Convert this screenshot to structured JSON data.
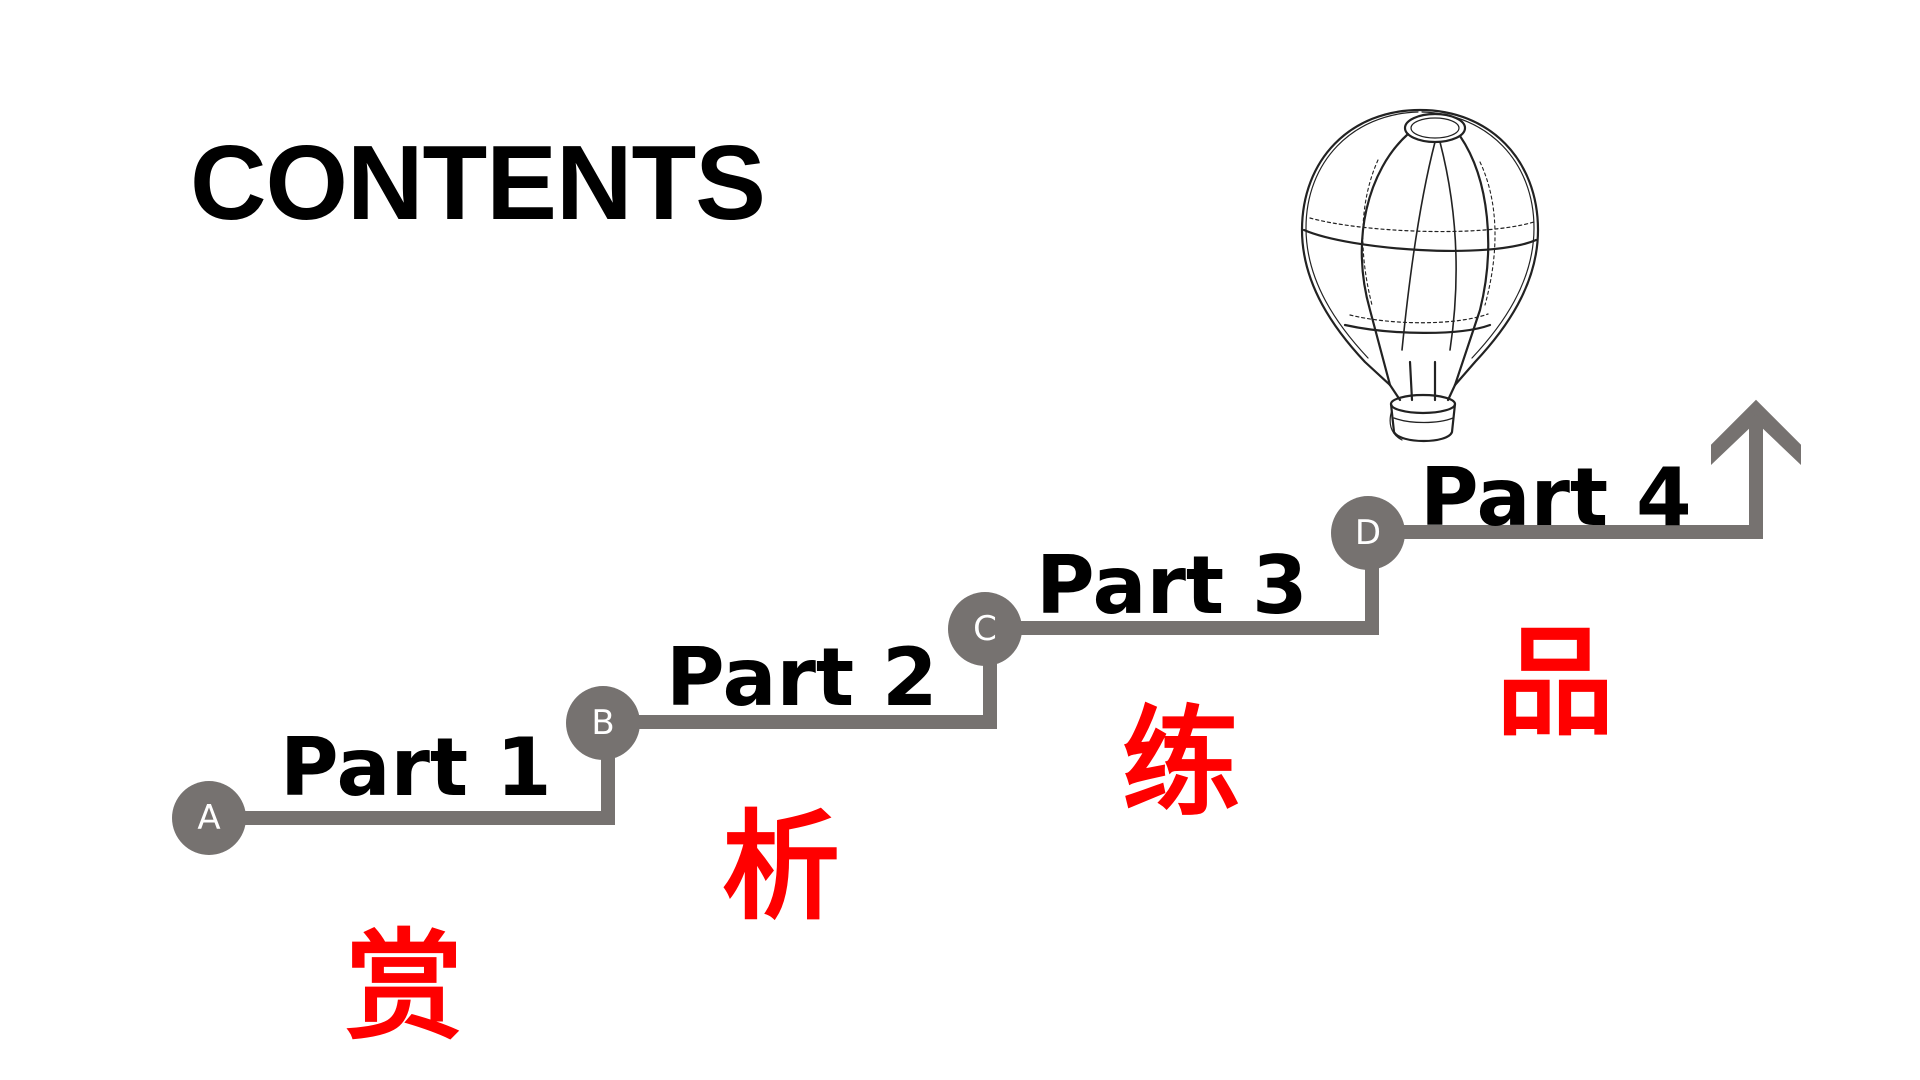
{
  "slide": {
    "title": "CONTENTS",
    "parts": [
      {
        "node": "A",
        "label": "Part 1",
        "char": "赏"
      },
      {
        "node": "B",
        "label": "Part 2",
        "char": "析"
      },
      {
        "node": "C",
        "label": "Part 3",
        "char": "练"
      },
      {
        "node": "D",
        "label": "Part 4",
        "char": "品"
      }
    ]
  },
  "colors": {
    "stairs": "#767270",
    "accent": "#ff0000",
    "text": "#000000",
    "background": "#ffffff"
  },
  "icons": {
    "balloon": "hot-air-balloon-sketch-icon",
    "arrow": "arrow-up-icon"
  }
}
